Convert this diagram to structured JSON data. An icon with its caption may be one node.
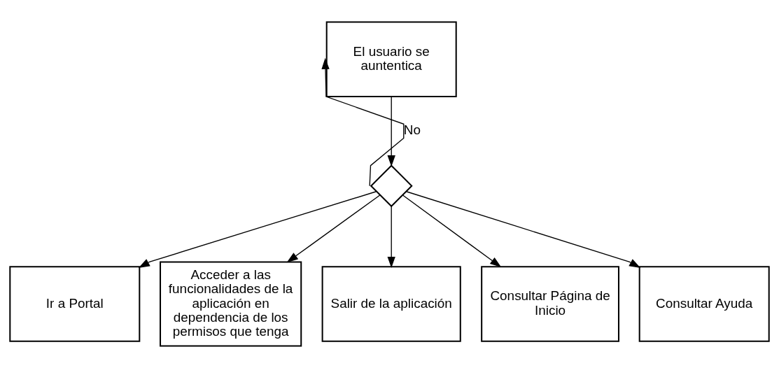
{
  "diagram": {
    "nodes": [
      {
        "text": [
          "El usuario se auntentica"
        ]
      },
      {
        "text": [],
        "shape": "diamond"
      },
      {
        "text": [
          "Ir a Portal"
        ]
      },
      {
        "text": [
          "Acceder a las funcionalidades de la aplicación en dependencia de los permisos que tenga"
        ]
      },
      {
        "text": [
          "Salir de la aplicación"
        ]
      },
      {
        "text": [
          "Consultar Página de Inicio"
        ]
      },
      {
        "text": [
          "Consultar Ayuda"
        ]
      }
    ],
    "edges": [
      {
        "from": 0,
        "to": 1,
        "arrow": "to"
      },
      {
        "from": 1,
        "to": 0,
        "arrow": "to",
        "label": "No"
      },
      {
        "from": 1,
        "to": 2,
        "arrow": "to"
      },
      {
        "from": 1,
        "to": 3,
        "arrow": "to"
      },
      {
        "from": 1,
        "to": 4,
        "arrow": "to"
      },
      {
        "from": 1,
        "to": 5,
        "arrow": "to"
      },
      {
        "from": 1,
        "to": 6,
        "arrow": "to"
      }
    ]
  }
}
